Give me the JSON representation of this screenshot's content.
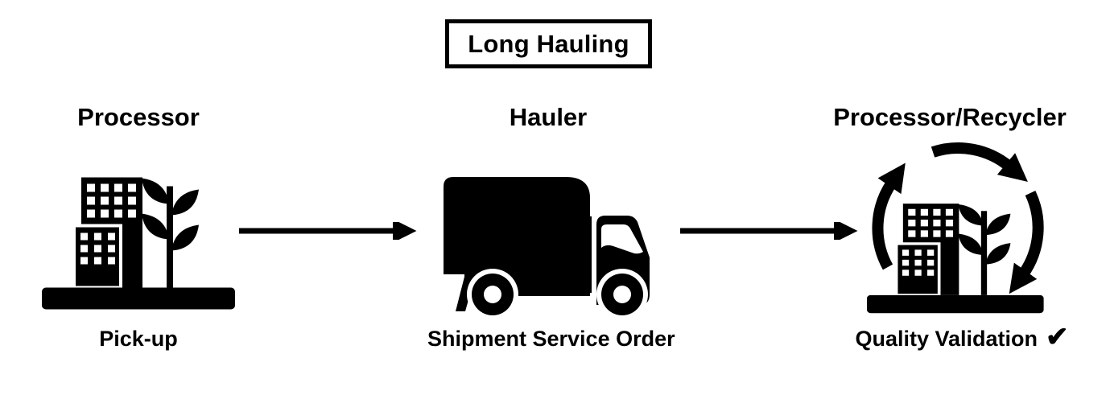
{
  "title": "Long Hauling",
  "stages": [
    {
      "heading": "Processor",
      "caption": "Pick-up",
      "icon": "eco-building-icon"
    },
    {
      "heading": "Hauler",
      "caption": "Shipment Service Order",
      "icon": "truck-icon"
    },
    {
      "heading": "Processor/Recycler",
      "caption": "Quality Validation",
      "check": "✔",
      "icon": "recycling-building-icon"
    }
  ],
  "arrows": [
    {
      "from": "Processor",
      "to": "Hauler"
    },
    {
      "from": "Hauler",
      "to": "Processor/Recycler"
    }
  ],
  "colors": {
    "ink": "#000000",
    "background": "#ffffff"
  }
}
